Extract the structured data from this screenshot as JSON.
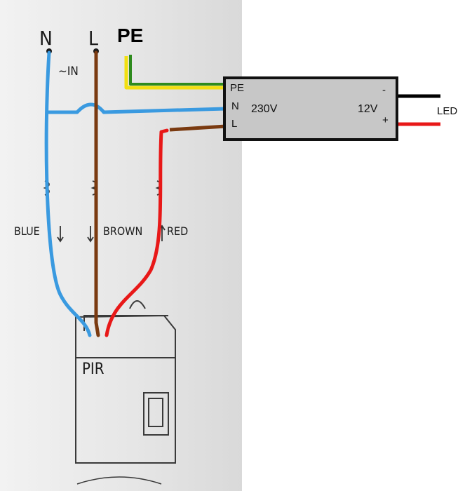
{
  "mains_labels": {
    "neutral": "N",
    "line": "L",
    "earth": "PE"
  },
  "pir_labels": {
    "input": "~IN",
    "blue": "BLUE",
    "brown": "BROWN",
    "red": "RED",
    "sensor": "PIR"
  },
  "driver": {
    "terminal_pe": "PE",
    "terminal_n": "N",
    "terminal_l": "L",
    "input_voltage": "230V",
    "output_voltage": "12V",
    "output_minus": "-",
    "output_plus": "+"
  },
  "load_label": "LED",
  "wire_colors": {
    "blue": "#3a9ae0",
    "brown": "#7a3a10",
    "red": "#e81818",
    "green": "#2e8b1e",
    "yellow": "#f2df10",
    "black": "#000000"
  }
}
